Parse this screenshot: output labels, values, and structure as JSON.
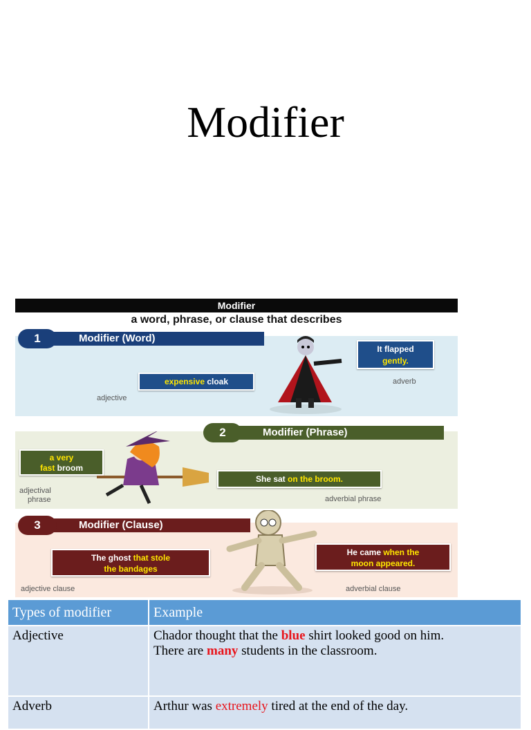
{
  "slide": {
    "title": "Modifier"
  },
  "infographic": {
    "header": "Modifier",
    "subheader": "a word, phrase, or clause that describes",
    "panel1": {
      "number": "1",
      "heading": "Modifier (Word)",
      "box_left_a": "expensive",
      "box_left_b": " cloak",
      "tag_left": "adjective",
      "box_right_line1": "It flapped",
      "box_right_line2": "gently.",
      "tag_right": "adverb"
    },
    "panel2": {
      "number": "2",
      "heading": "Modifier (Phrase)",
      "box_left_line1": "a very",
      "box_left_line2a": "fast",
      "box_left_line2b": " broom",
      "tag_left_line1": "adjectival",
      "tag_left_line2": "phrase",
      "box_right_a": "She sat ",
      "box_right_b": "on the broom.",
      "tag_right": "adverbial phrase"
    },
    "panel3": {
      "number": "3",
      "heading": "Modifier (Clause)",
      "box_left_line1a": "The ghost ",
      "box_left_line1b": "that stole",
      "box_left_line2": "the bandages",
      "tag_left": "adjective clause",
      "box_right_line1a": "He came ",
      "box_right_line1b": "when the",
      "box_right_line2": "moon appeared.",
      "tag_right": "adverbial clause"
    }
  },
  "table": {
    "headers": [
      "Types of modifier",
      "Example"
    ],
    "row1": {
      "type": "Adjective",
      "l1a": "Chador thought that the ",
      "l1b": "blue",
      "l1c": " shirt looked good on him.",
      "l2a": "There are ",
      "l2b": "many",
      "l2c": " students in the classroom."
    },
    "row2": {
      "type": "Adverb",
      "l1a": "Arthur was ",
      "l1b": "extremely",
      "l1c": " tired at the end of the day."
    }
  },
  "colors": {
    "panel1_accent": "#1a3f7a",
    "panel2_accent": "#4a5e2a",
    "panel3_accent": "#6b1d1d",
    "highlight": "#ffe600",
    "table_header": "#5b9bd5",
    "table_cell": "#d5e1f0",
    "modifier_red": "#e8141b"
  }
}
